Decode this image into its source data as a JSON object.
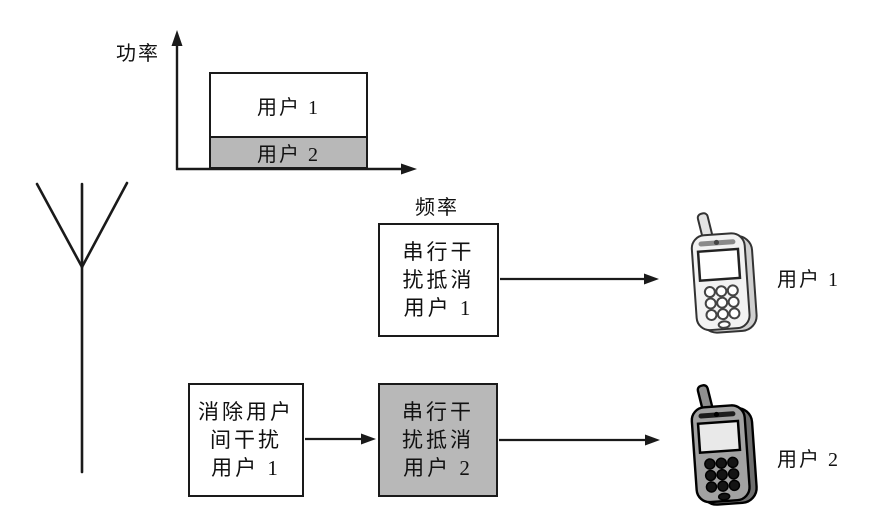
{
  "colors": {
    "line": "#1a1a1a",
    "gray_fill": "#b8b8b8",
    "white_fill": "#ffffff",
    "background": "#ffffff"
  },
  "power_chart": {
    "y_axis_label": "功率",
    "x_axis_label": "频率",
    "bands": [
      {
        "label": "用户 1",
        "fill": "#ffffff"
      },
      {
        "label": "用户 2",
        "fill": "#b8b8b8"
      }
    ]
  },
  "icons": {
    "antenna": "base-station-antenna-icon",
    "phone_user1": "mobile-phone-light-icon",
    "phone_user2": "mobile-phone-dark-icon"
  },
  "flow": {
    "row1": {
      "sic_box": {
        "lines": [
          "串行干",
          "扰抵消",
          "用户 1"
        ],
        "fill": "#ffffff"
      },
      "user_label": "用户 1"
    },
    "row2": {
      "cancel_box": {
        "lines": [
          "消除用户",
          "间干扰",
          "用户 1"
        ],
        "fill": "#ffffff"
      },
      "sic_box": {
        "lines": [
          "串行干",
          "扰抵消",
          "用户 2"
        ],
        "fill": "#b8b8b8"
      },
      "user_label": "用户 2"
    }
  }
}
